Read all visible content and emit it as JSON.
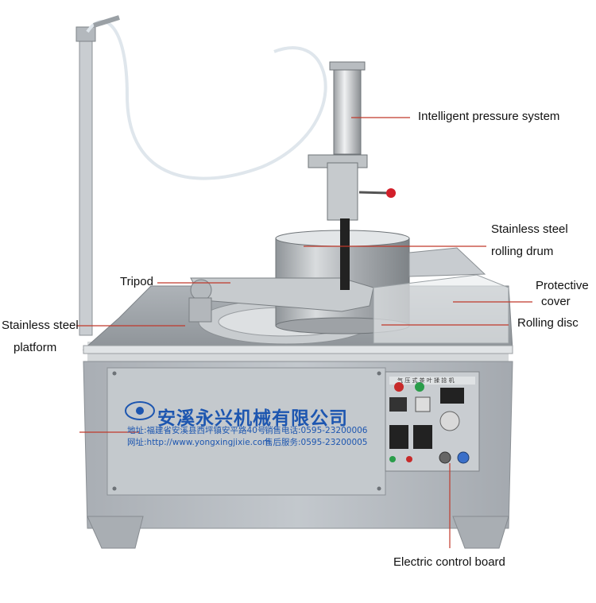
{
  "labels": {
    "pressure_system": "Intelligent pressure system",
    "drum_line1": "Stainless steel",
    "drum_line2": "rolling drum",
    "tripod": "Tripod",
    "platform_line1": "Stainless steel",
    "platform_line2": "platform",
    "cover_line1": "Protective",
    "cover_line2": "cover",
    "rolling_disc": "Rolling disc",
    "control_board": "Electric control board"
  },
  "nameplate": {
    "company": "安溪永兴机械有限公司",
    "address": "地址:福建省安溪县西坪镇安平路40号",
    "sales_phone": "销售电话:0595-23200006",
    "website": "网址:http://www.yongxingjixie.com",
    "service_phone": "售后服务:0595-23200005"
  },
  "control_panel": {
    "title": "气 压 式 茶 叶 揉 捻 机"
  },
  "colors": {
    "leader_line": "#c0392b",
    "machine_body": "#b9bec4",
    "nameplate_text": "#1d56b0",
    "stainless": "#cfd3d6"
  }
}
